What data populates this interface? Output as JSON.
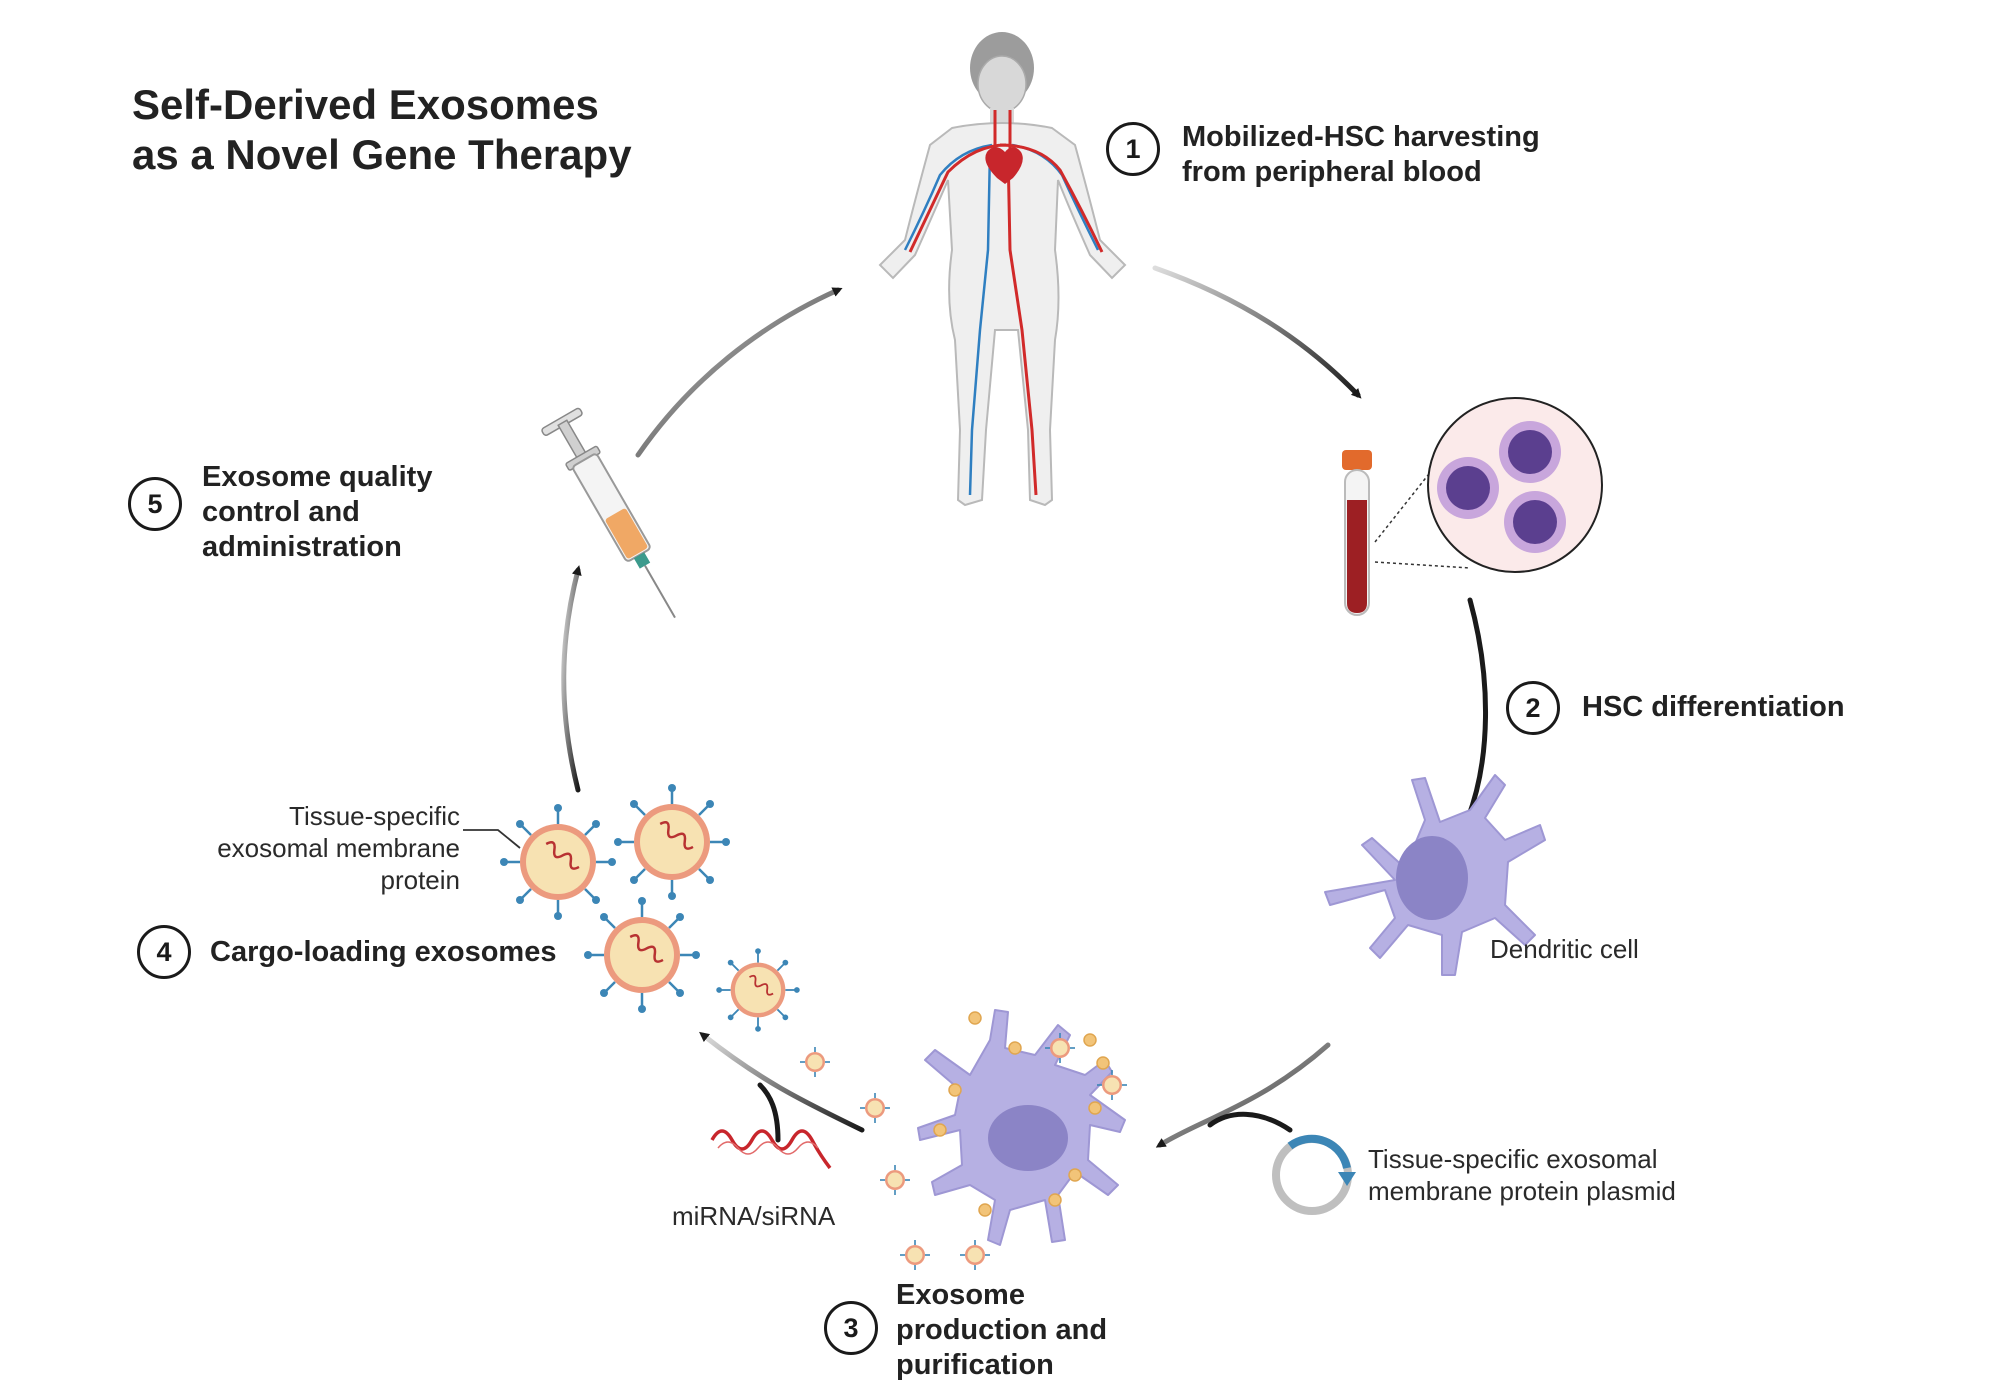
{
  "title": {
    "line1": "Self-Derived Exosomes",
    "line2": "as a Novel Gene Therapy"
  },
  "steps": [
    {
      "number": "1",
      "lines": [
        "Mobilized-HSC harvesting",
        "from peripheral blood"
      ]
    },
    {
      "number": "2",
      "lines": [
        "HSC differentiation"
      ]
    },
    {
      "number": "3",
      "lines": [
        "Exosome",
        "production and",
        "purification"
      ]
    },
    {
      "number": "4",
      "lines": [
        "Cargo-loading exosomes"
      ]
    },
    {
      "number": "5",
      "lines": [
        "Exosome quality",
        "control and",
        "administration"
      ]
    }
  ],
  "labels": {
    "dendritic_cell": "Dendritic cell",
    "plasmid": [
      "Tissue-specific exosomal",
      "membrane protein plasmid"
    ],
    "mirna": "miRNA/siRNA",
    "membrane_protein": [
      "Tissue-specific",
      "exosomal membrane",
      "protein"
    ]
  },
  "colors": {
    "arrow": "#1a1a1a",
    "vein": "#2f7fc1",
    "artery": "#d12a2a",
    "cell_fill": "#b6b0e3",
    "cell_nucleus": "#8b84c6",
    "hsc_nucleus": "#5b3f8f",
    "exosome_fill": "#f7e2b2",
    "exosome_ring": "#ec9a7e",
    "spike": "#3c86b6",
    "blood": "#9d1f23",
    "tube_cap": "#e26a2c",
    "syringe_fluid": "#f0a865"
  },
  "icons": [
    "human-body-icon",
    "blood-tube-icon",
    "hsc-cells-icon",
    "dendritic-cell-icon",
    "plasmid-icon",
    "rna-strand-icon",
    "exosome-icon",
    "syringe-icon"
  ]
}
